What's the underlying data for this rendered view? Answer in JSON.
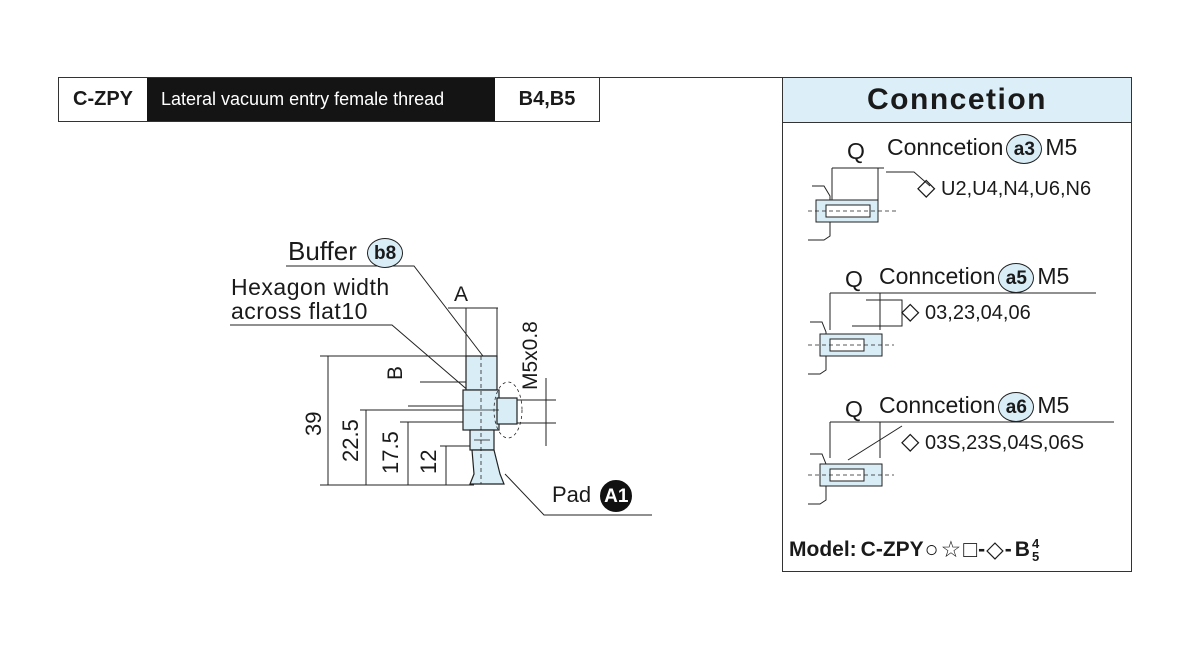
{
  "header": {
    "code": "C-ZPY",
    "description": "Lateral vacuum entry female thread",
    "variants": "B4,B5"
  },
  "drawing": {
    "buffer_label": "Buffer",
    "buffer_badge": "b8",
    "hexagon_line1": "Hexagon width",
    "hexagon_line2": "across flat10",
    "dim_A": "A",
    "dim_B": "B",
    "thread": "M5x0.8",
    "dims": [
      "39",
      "22.5",
      "17.5",
      "12"
    ],
    "pad_label": "Pad",
    "pad_badge": "A1"
  },
  "panel": {
    "title": "Conncetion",
    "connections": [
      {
        "q": "Q",
        "label": "Conncetion",
        "badge": "a3",
        "thread": "M5",
        "diamond": "◇",
        "options": "U2,U4,N4,U6,N6"
      },
      {
        "q": "Q",
        "label": "Conncetion",
        "badge": "a5",
        "thread": "M5",
        "diamond": "◇",
        "options": "03,23,04,06"
      },
      {
        "q": "Q",
        "label": "Conncetion",
        "badge": "a6",
        "thread": "M5",
        "diamond": "◇",
        "options": "03S,23S,04S,06S"
      }
    ],
    "model": {
      "label": "Model:",
      "code": "C-ZPY",
      "circle": "○",
      "star": "☆",
      "square": "□",
      "dash1": "-",
      "diamond": "◇",
      "dash2": "-",
      "suffix": "B",
      "sup": "4",
      "sub": "5"
    }
  },
  "colors": {
    "part_fill": "#d9edf7",
    "title_bg": "#dceff8",
    "desc_bg": "#141414"
  }
}
